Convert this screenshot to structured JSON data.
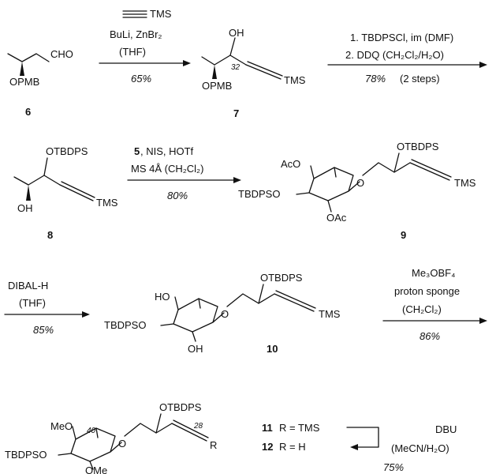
{
  "compounds": {
    "c6": {
      "number": "6",
      "cho": "CHO",
      "opmb": "OPMB"
    },
    "c7": {
      "number": "7",
      "oh": "OH",
      "locant": "32",
      "opmb": "OPMB",
      "tms": "TMS"
    },
    "c8": {
      "number": "8",
      "otbdps": "OTBDPS",
      "oh": "OH",
      "tms": "TMS"
    },
    "c9": {
      "number": "9",
      "aco": "AcO",
      "tbdpso": "TBDPSO",
      "oac": "OAc",
      "o_glyco": "O",
      "otbdps": "OTBDPS",
      "tms": "TMS"
    },
    "c10": {
      "number": "10",
      "ho": "HO",
      "tbdpso": "TBDPSO",
      "oh": "OH",
      "o_glyco": "O",
      "otbdps": "OTBDPS",
      "tms": "TMS"
    },
    "c11": {
      "meo": "MeO",
      "locant40": "40",
      "tbdpso": "TBDPSO",
      "ome": "OMe",
      "o_glyco": "O",
      "otbdps": "OTBDPS",
      "locant28": "28",
      "r": "R"
    }
  },
  "reactions": {
    "step1": {
      "reagent_alkyne": "TMS",
      "reagents": "BuLi, ZnBr₂",
      "solvent": "(THF)",
      "yield": "65%"
    },
    "step2": {
      "line1": "1. TBDPSCl, im (DMF)",
      "line2": "2. DDQ (CH₂Cl₂/H₂O)",
      "yield": "78%",
      "yield_note": "(2 steps)"
    },
    "step3": {
      "donor": "5",
      "reagents": ", NIS, HOTf",
      "conditions": "MS 4Å (CH₂Cl₂)",
      "yield": "80%"
    },
    "step4": {
      "reagent": "DIBAL-H",
      "solvent": "(THF)",
      "yield": "85%"
    },
    "step5": {
      "reagent": "Me₃OBF₄",
      "additive": "proton sponge",
      "solvent": "(CH₂Cl₂)",
      "yield": "86%"
    },
    "step6": {
      "reagent": "DBU",
      "solvent": "(MeCN/H₂O)",
      "yield": "75%"
    }
  },
  "products": {
    "p11": {
      "number": "11",
      "definition": "R = TMS"
    },
    "p12": {
      "number": "12",
      "definition": "R = H"
    }
  }
}
